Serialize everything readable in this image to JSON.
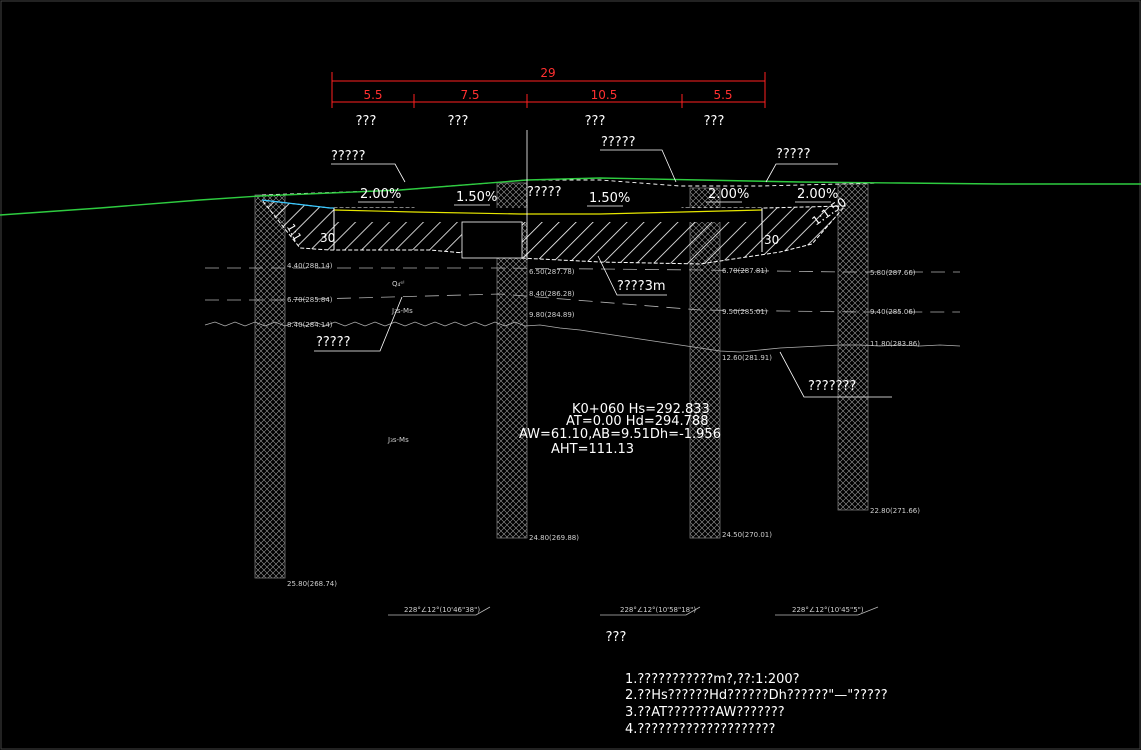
{
  "dimensions": {
    "total": "29",
    "segments": [
      "5.5",
      "7.5",
      "10.5",
      "5.5"
    ],
    "segment_labels": [
      "???",
      "???",
      "???",
      "???"
    ]
  },
  "callouts": {
    "left_top": "?????",
    "center_top": "?????",
    "right_top": "?????",
    "road_center": "?????",
    "depth": "????3m",
    "left_lower": "?????",
    "right_lower": "???????"
  },
  "slopes": {
    "left_shoulder": "2.00%",
    "left_lane": "1.50%",
    "right_lane": "1.50%",
    "right_inner": "2.00%",
    "right_shoulder": "2.00%",
    "left_embank": "1:1",
    "left_embank_h": "30",
    "right_embank": "1:1.50",
    "right_embank_h": "30"
  },
  "boreholes": [
    {
      "id": "bh1",
      "labels": [
        "4.40(288.14)",
        "6.70(285.84)",
        "8.40(284.14)",
        "25.80(268.74)"
      ]
    },
    {
      "id": "bh2",
      "labels": [
        "6.50(287.78)",
        "8.40(286.28)",
        "9.80(284.89)",
        "24.80(269.88)"
      ]
    },
    {
      "id": "bh3",
      "labels": [
        "6.70(287.81)",
        "9.50(285.01)",
        "12.60(281.91)",
        "24.50(270.01)"
      ]
    },
    {
      "id": "bh4",
      "labels": [
        "5.80(287.66)",
        "9.40(285.06)",
        "11.80(283.86)",
        "22.80(271.66)"
      ]
    }
  ],
  "strata": {
    "label1": "Q₄ᵉˡ",
    "label2": "J₃s-Ms",
    "label3": "J₃s-Ms"
  },
  "station": {
    "line1": "K0+060  Hs=292.833",
    "line2": "AT=0.00  Hd=294.788",
    "line3": "AW=61.10,AB=9.51Dh=-1.956",
    "line4": "AHT=111.13"
  },
  "bearings": [
    "228°∠12°(10'46\"38\")",
    "228°∠12°(10'58\"18\")",
    "228°∠12°(10'45\"5\")"
  ],
  "footer_title": "???",
  "notes": [
    "1.???????????m?,??:1:200?",
    "2.??Hs??????Hd??????Dh??????\"—\"?????",
    "3.??AT???????AW???????",
    "4.????????????????????"
  ],
  "colors": {
    "background": "#000000",
    "ground_line": "#2ecc40",
    "dimension": "#ff2020",
    "pavement": "#e6e600",
    "text": "#ffffff"
  }
}
